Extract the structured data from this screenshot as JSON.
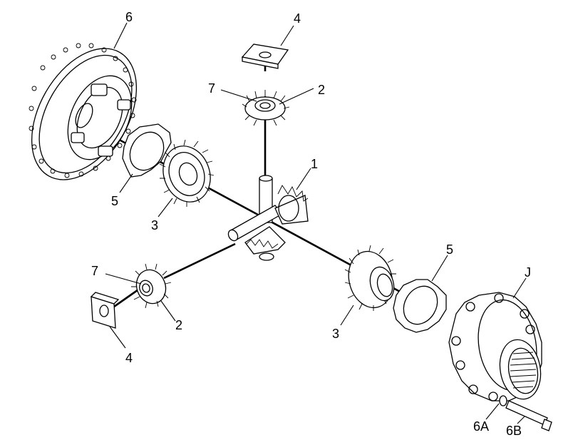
{
  "callouts": [
    {
      "id": "6-housing",
      "text": "6"
    },
    {
      "id": "4-top",
      "text": "4"
    },
    {
      "id": "7-top",
      "text": "7"
    },
    {
      "id": "2-top",
      "text": "2"
    },
    {
      "id": "1-spider",
      "text": "1"
    },
    {
      "id": "5-left",
      "text": "5"
    },
    {
      "id": "3-left",
      "text": "3"
    },
    {
      "id": "7-bottom",
      "text": "7"
    },
    {
      "id": "2-bottom",
      "text": "2"
    },
    {
      "id": "4-bottom",
      "text": "4"
    },
    {
      "id": "5-right",
      "text": "5"
    },
    {
      "id": "3-right",
      "text": "3"
    },
    {
      "id": "j-case",
      "text": "J"
    },
    {
      "id": "6a-washer",
      "text": "6A"
    },
    {
      "id": "6b-bolt",
      "text": "6B"
    }
  ]
}
